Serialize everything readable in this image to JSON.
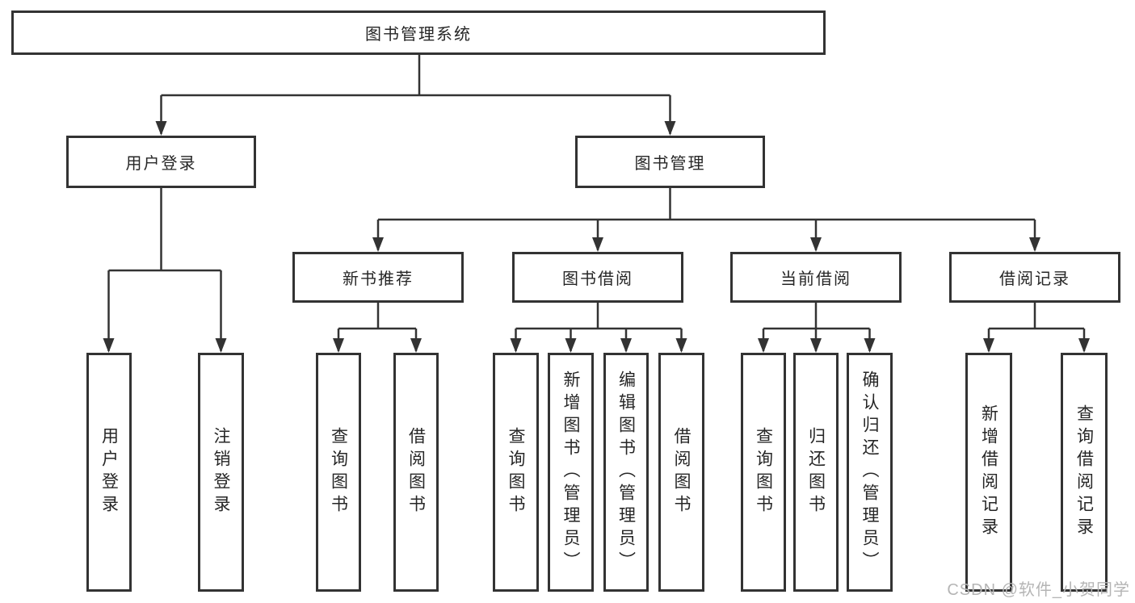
{
  "tree": {
    "root": {
      "label": "图书管理系统"
    },
    "children": [
      {
        "label": "用户登录",
        "children": [
          {
            "label": "用户登录"
          },
          {
            "label": "注销登录"
          }
        ]
      },
      {
        "label": "图书管理",
        "children": [
          {
            "label": "新书推荐",
            "children": [
              {
                "label": "查询图书"
              },
              {
                "label": "借阅图书"
              }
            ]
          },
          {
            "label": "图书借阅",
            "children": [
              {
                "label": "查询图书"
              },
              {
                "label": "新增图书（管理员）"
              },
              {
                "label": "编辑图书（管理员）"
              },
              {
                "label": "借阅图书"
              }
            ]
          },
          {
            "label": "当前借阅",
            "children": [
              {
                "label": "查询图书"
              },
              {
                "label": "归还图书"
              },
              {
                "label": "确认归还（管理员）"
              }
            ]
          },
          {
            "label": "借阅记录",
            "children": [
              {
                "label": "新增借阅记录"
              },
              {
                "label": "查询借阅记录"
              }
            ]
          }
        ]
      }
    ]
  },
  "watermark": {
    "text": "CSDN @软件_小贺同学"
  },
  "colors": {
    "line": "#333333",
    "text": "#262626",
    "watermark": "#b5b5b5",
    "background": "#ffffff"
  }
}
